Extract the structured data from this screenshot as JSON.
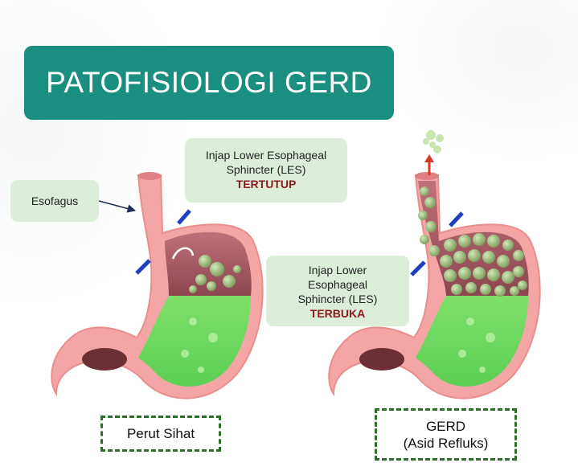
{
  "title": "PATOFISIOLOGI GERD",
  "labels": {
    "esofagus": "Esofagus",
    "les_closed_line1": "Injap Lower Esophageal",
    "les_closed_line2": "Sphincter (LES)",
    "les_closed_state": "TERTUTUP",
    "les_open_line1": "Injap Lower",
    "les_open_line2": "Esophageal",
    "les_open_line3": "Sphincter (LES)",
    "les_open_state": "TERBUKA",
    "healthy": "Perut Sihat",
    "gerd_line1": "GERD",
    "gerd_line2": "(Asid Refluks)"
  },
  "colors": {
    "title_bg": "#1a8f7f",
    "callout_bg": "#dceeda",
    "state_text": "#8b1a1a",
    "stomach_wall": "#f4a6a6",
    "acid": "#7fe06a",
    "arrow_blue": "#1f3fbf",
    "arrow_red": "#d63a2a",
    "dash_border": "#2f6b2a"
  }
}
